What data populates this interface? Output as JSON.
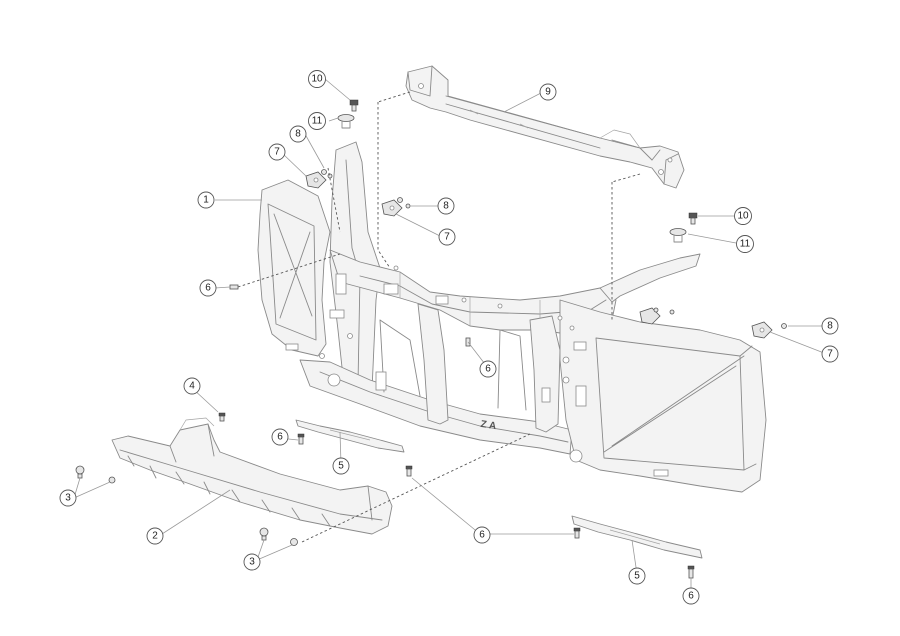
{
  "callouts": {
    "c1": "1",
    "c2": "2",
    "c3a": "3",
    "c3b": "3",
    "c4": "4",
    "c5a": "5",
    "c5b": "5",
    "c6a": "6",
    "c6b": "6",
    "c6c": "6",
    "c6d": "6",
    "c6e": "6",
    "c7a": "7",
    "c7b": "7",
    "c7c": "7",
    "c8a": "8",
    "c8b": "8",
    "c8c": "8",
    "c9": "9",
    "c10a": "10",
    "c10b": "10",
    "c11a": "11",
    "c11b": "11"
  },
  "part_mark": "Z A"
}
